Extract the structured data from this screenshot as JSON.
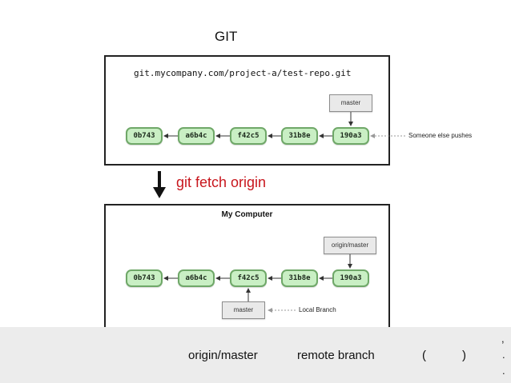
{
  "slide": {
    "title": "GIT"
  },
  "remote_panel": {
    "url": "git.mycompany.com/project-a/test-repo.git",
    "commits": [
      "0b743",
      "a6b4c",
      "f42c5",
      "31b8e",
      "190a3"
    ],
    "branch_label": "master",
    "push_note": "Someone else pushes"
  },
  "fetch": {
    "command": "git fetch origin",
    "color": "#c8161d"
  },
  "local_panel": {
    "heading": "My Computer",
    "commits": [
      "0b743",
      "a6b4c",
      "f42c5",
      "31b8e",
      "190a3"
    ],
    "remote_ref_label": "origin/master",
    "local_branch_label": "master",
    "local_branch_note": "Local Branch"
  },
  "caption": {
    "term_origin_master": "origin/master",
    "term_remote_branch": "remote branch",
    "paren_open": "(",
    "paren_close": ")",
    "right_marks": [
      ",",
      ".",
      "."
    ]
  },
  "colors": {
    "commit_fill": "#c9efc4",
    "commit_border": "#6fa868",
    "ref_fill": "#e9e9e9",
    "caption_bar": "#ececec"
  }
}
